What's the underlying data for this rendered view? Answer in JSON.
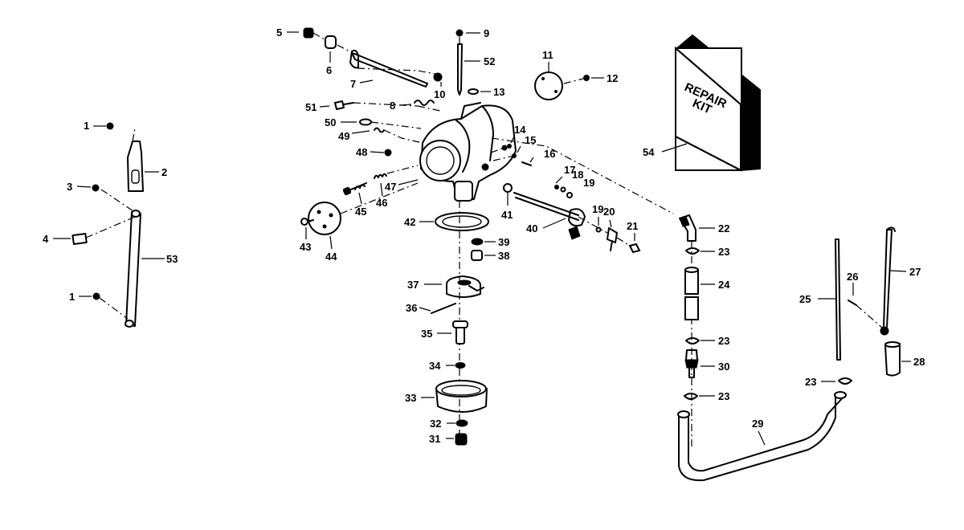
{
  "labels": {
    "p1a": "1",
    "p1b": "1",
    "p2": "2",
    "p3": "3",
    "p4": "4",
    "p5": "5",
    "p6": "6",
    "p7": "7",
    "p8": "8",
    "p9": "9",
    "p10": "10",
    "p11": "11",
    "p12": "12",
    "p13": "13",
    "p14": "14",
    "p15": "15",
    "p16": "16",
    "p17": "17",
    "p18": "18",
    "p19a": "19",
    "p19b": "19",
    "p20": "20",
    "p21": "21",
    "p22": "22",
    "p23a": "23",
    "p23b": "23",
    "p23c": "23",
    "p23d": "23",
    "p24": "24",
    "p25": "25",
    "p26": "26",
    "p27": "27",
    "p28": "28",
    "p29": "29",
    "p30": "30",
    "p31": "31",
    "p32": "32",
    "p33": "33",
    "p34": "34",
    "p35": "35",
    "p36": "36",
    "p37": "37",
    "p38": "38",
    "p39": "39",
    "p40": "40",
    "p41": "41",
    "p42": "42",
    "p43": "43",
    "p44": "44",
    "p45": "45",
    "p46": "46",
    "p47": "47",
    "p48": "48",
    "p49": "49",
    "p50": "50",
    "p51": "51",
    "p52": "52",
    "p53": "53",
    "p54": "54"
  },
  "repair_kit": {
    "line1": "REPAIR",
    "line2": "KIT"
  }
}
